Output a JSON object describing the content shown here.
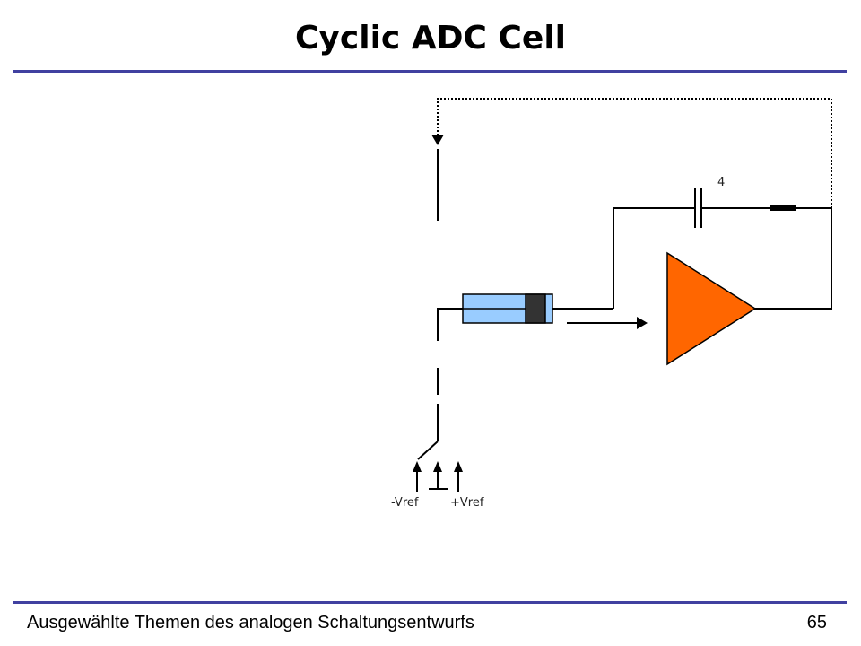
{
  "slide": {
    "title": "Cyclic ADC Cell",
    "footer": "Ausgewählte Themen des analogen Schaltungsentwurfs",
    "page_number": "65"
  },
  "diagram": {
    "capacitor_label": "4",
    "neg_ref_label": "-Vref",
    "pos_ref_label": "+Vref",
    "colors": {
      "opamp_fill": "#ff6600",
      "sample_hold_fill": "#99ccff",
      "sample_hold_dark": "#333333",
      "rule": "#4040a0"
    }
  }
}
